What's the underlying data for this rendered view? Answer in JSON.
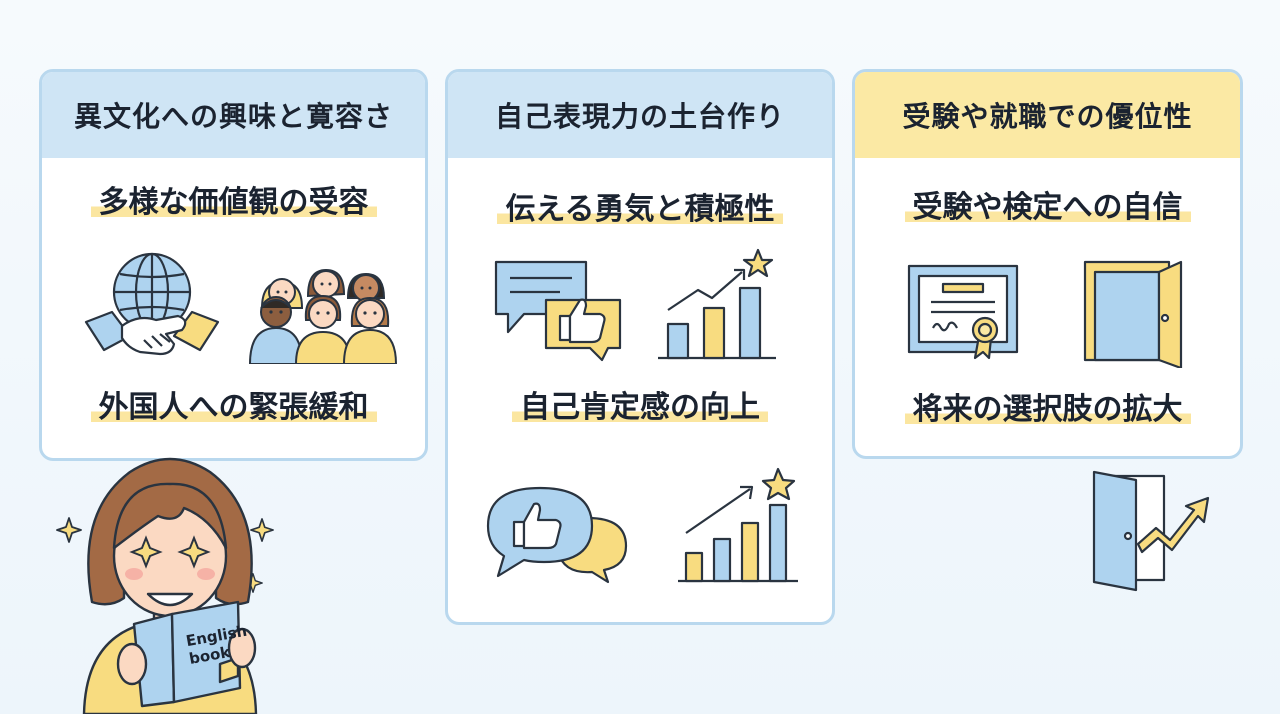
{
  "columns": [
    {
      "heading": "異文化への興味と寛容さ",
      "point1": "多様な価値観の受容",
      "point2": "外国人への緊張緩和"
    },
    {
      "heading": "自己表現力の土台作り",
      "point1": "伝える勇気と積極性",
      "point2": "自己肯定感の向上"
    },
    {
      "heading": "受験や就職での優位性",
      "point1": "受験や検定への自信",
      "point2": "将来の選択肢の拡大"
    }
  ],
  "book_label": "English book",
  "colors": {
    "light_blue": "#cfe5f5",
    "border_blue": "#b9d8ee",
    "yellow": "#fbe9a4",
    "highlight": "#fbe6a0",
    "icon_blue": "#aed3ef",
    "icon_yellow": "#f8dc80",
    "outline": "#2a3440"
  },
  "icons": [
    "globe-handshake-icon",
    "diverse-people-icon",
    "speech-bubbles-thumbs-up-icon",
    "growth-bar-chart-star-icon",
    "certificate-icon",
    "open-door-icon",
    "door-growth-arrow-icon",
    "girl-reading-book-icon"
  ]
}
